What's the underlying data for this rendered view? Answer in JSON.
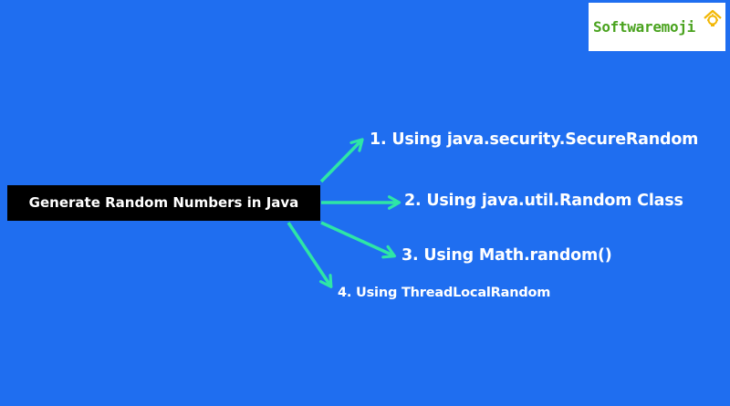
{
  "logo": {
    "text": "Softwaremoji",
    "text_color": "#4aa31f",
    "mark_color": "#f2b705",
    "mark_icon": "lightbulb-house-icon"
  },
  "diagram": {
    "background_color": "#1f6ef0",
    "center_label": "Generate Random Numbers in Java",
    "center_bg_color": "#000000",
    "arrow_color": "#2ee6a6",
    "branches": [
      {
        "label": "1. Using java.security.SecureRandom"
      },
      {
        "label": "2. Using java.util.Random Class"
      },
      {
        "label": "3. Using Math.random()"
      },
      {
        "label": "4. Using ThreadLocalRandom"
      }
    ]
  }
}
